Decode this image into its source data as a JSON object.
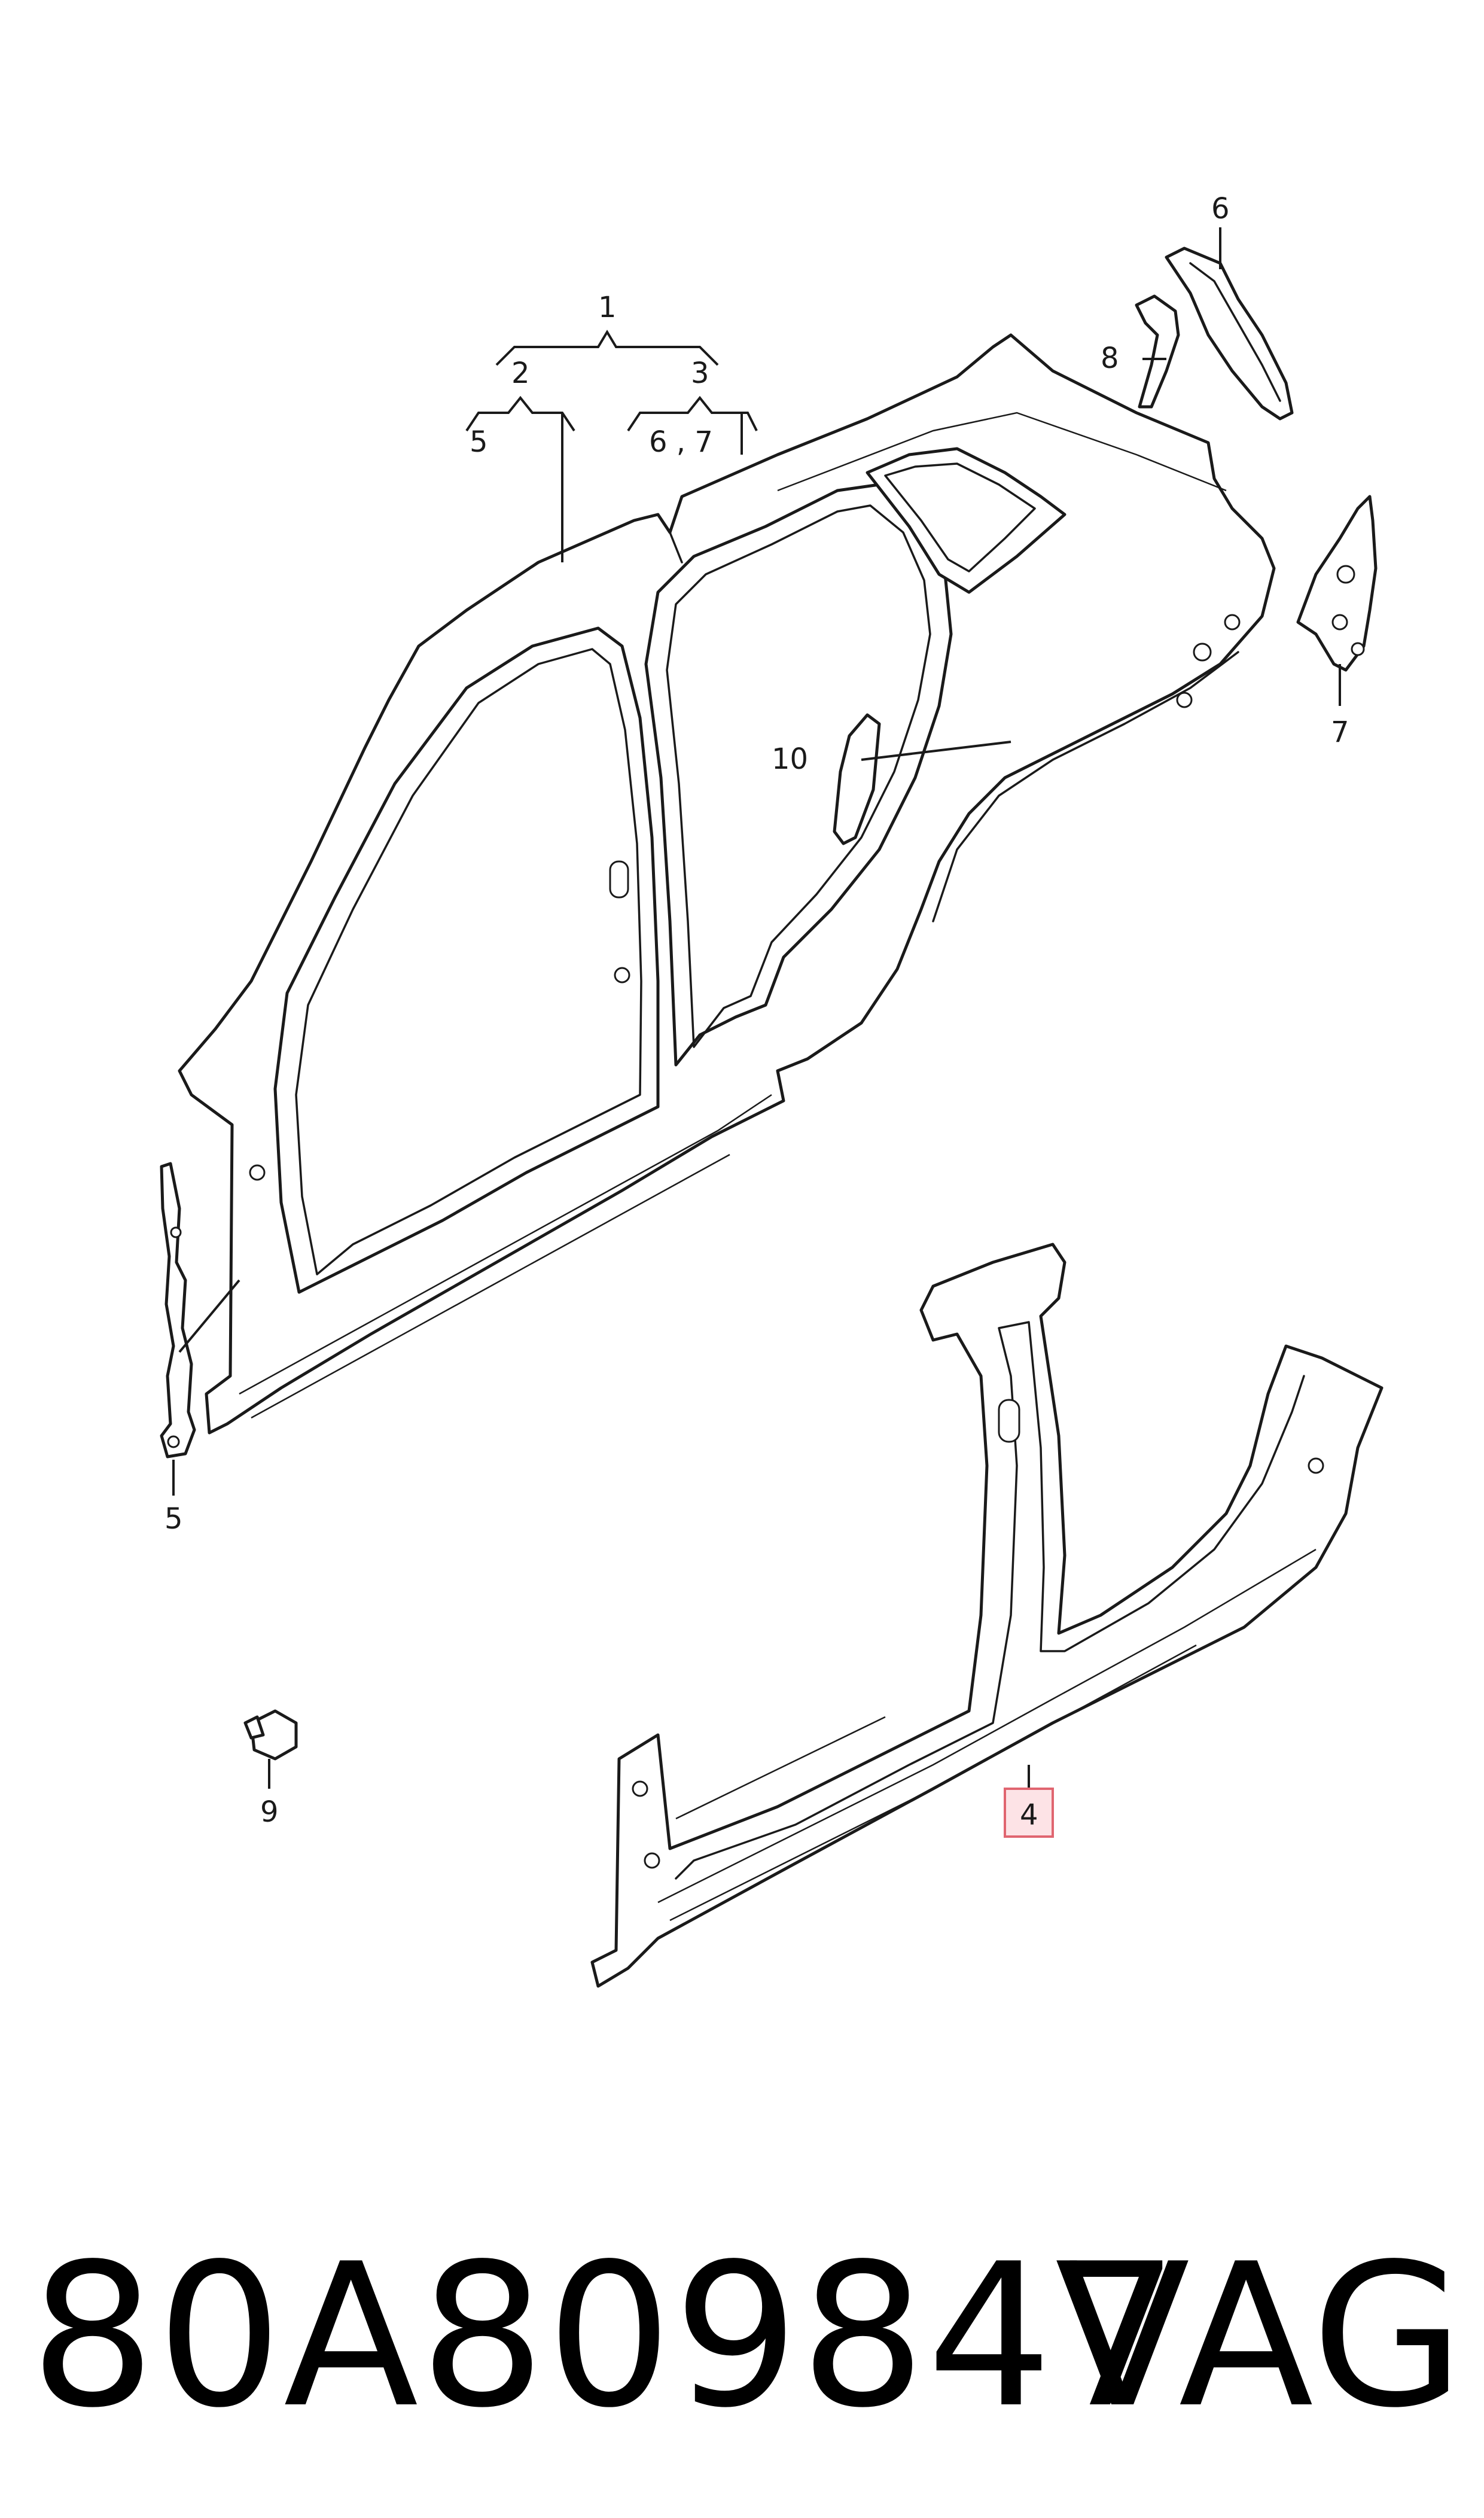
{
  "callouts": {
    "c1": "1",
    "c2": "2",
    "c3": "3",
    "c2_sub": "5",
    "c3_sub": "6 , 7",
    "c4": "4",
    "c5": "5",
    "c6": "6",
    "c7": "7",
    "c8": "8",
    "c9": "9",
    "c10": "10"
  },
  "caption": {
    "part_number": "80A809847",
    "brand": "VAG"
  },
  "colors": {
    "line": "#1a1a1a",
    "highlight_fill": "#fde3e6",
    "highlight_stroke": "#e06570"
  }
}
